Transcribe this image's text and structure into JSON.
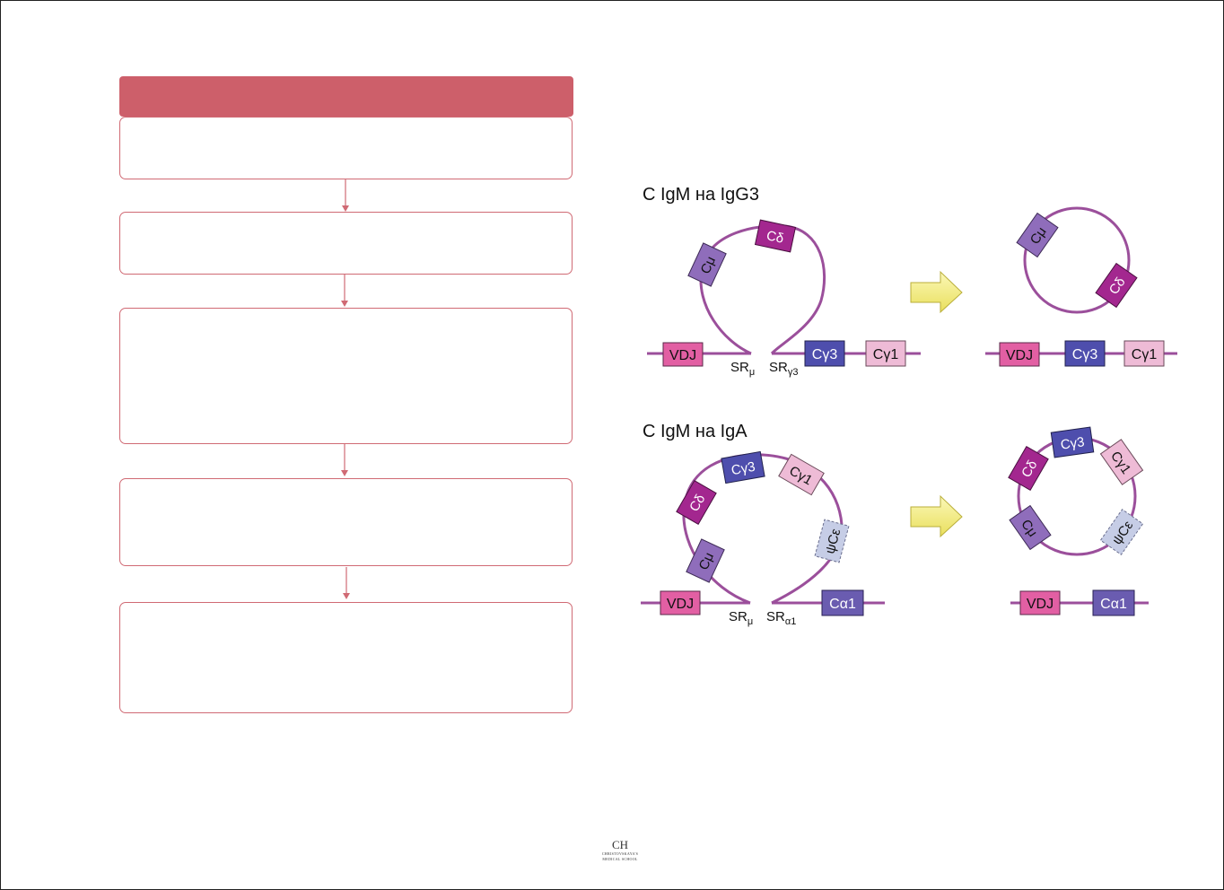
{
  "flowchart": {
    "header_color": "#cd5f6a",
    "border_color": "#d06a74",
    "boxes": [
      "",
      "",
      "",
      "",
      ""
    ]
  },
  "diagram": {
    "top": {
      "title": "С IgM на IgG3",
      "genes": {
        "vdj": "VDJ",
        "c_gamma3": "Cγ3",
        "c_gamma1": "Cγ1",
        "c_mu": "Cμ",
        "c_delta": "Cδ"
      },
      "switch_regions": {
        "sr_mu": "SR",
        "sr_mu_sub": "μ",
        "sr_g3": "SR",
        "sr_g3_sub": "γ3"
      }
    },
    "bottom": {
      "title": "С IgM на IgA",
      "genes": {
        "vdj": "VDJ",
        "c_alpha1": "Cα1",
        "c_mu": "Cμ",
        "c_delta": "Cδ",
        "c_gamma3": "Cγ3",
        "c_gamma1": "Cγ1",
        "psi_c_epsilon": "ψCε"
      },
      "switch_regions": {
        "sr_mu": "SR",
        "sr_mu_sub": "μ",
        "sr_a1": "SR",
        "sr_a1_sub": "α1"
      }
    },
    "colors": {
      "dna_line": "#9b4f9b",
      "vdj": "#e25fa3",
      "c_mu": "#8f6dbb",
      "c_delta": "#a3278f",
      "c_gamma3": "#4e4ead",
      "c_gamma1": "#eebbd6",
      "c_alpha1": "#6a5cb0",
      "psi_c_epsilon": "#c6cde6",
      "arrow": "#f6f08e"
    }
  },
  "logo": {
    "mark": "CH",
    "line1": "CHRISTOVSKAYA'S",
    "line2": "MEDICAL SCHOOL"
  }
}
